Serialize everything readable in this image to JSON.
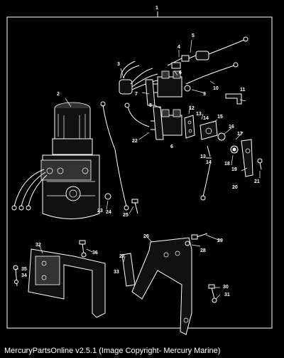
{
  "diagram": {
    "footer": "MercuryPartsOnline v2.5.1 (Image Copyright- Mercury Marine)",
    "callouts": [
      "1",
      "2",
      "3",
      "4",
      "5",
      "6",
      "6",
      "7",
      "8",
      "9",
      "10",
      "11",
      "12",
      "13",
      "14",
      "15",
      "16",
      "17",
      "18",
      "19",
      "20",
      "21",
      "22",
      "23",
      "24",
      "25",
      "26",
      "27",
      "28",
      "29",
      "30",
      "31",
      "32",
      "33",
      "34",
      "35",
      "36",
      "13",
      "14"
    ]
  }
}
